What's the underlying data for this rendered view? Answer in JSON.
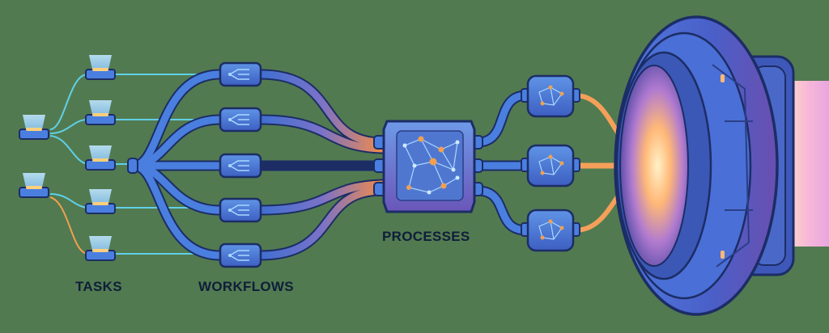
{
  "labels": {
    "tasks": "TASKS",
    "workflows": "WORKFLOWS",
    "processes": "PROCESSES"
  },
  "colors": {
    "background": "#527a50",
    "pipe_blue": "#3f6fd1",
    "pipe_outline": "#1c2d66",
    "pipe_orange": "#f08a4b",
    "wire_cyan": "#5fd0e8",
    "wire_orange": "#f0a050",
    "glow": "#ffd9a6",
    "label_text": "#0f1e3a"
  },
  "icons": {
    "task_unit": "glowing-task-tray",
    "workflow_unit": "workflow-module",
    "processor": "network-processor-chip",
    "process_unit": "process-module",
    "engine": "portal-engine"
  }
}
